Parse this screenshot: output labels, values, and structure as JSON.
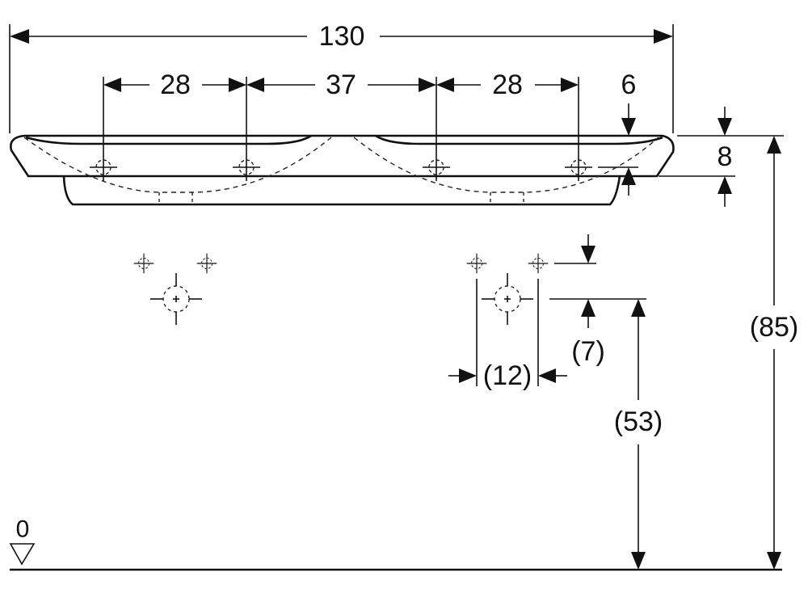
{
  "dimensions": {
    "overall_width": "130",
    "tap_spacing_left": "28",
    "bowl_spacing": "37",
    "tap_spacing_right": "28",
    "tap_offset": "6",
    "rim_height": "8",
    "total_height": "(85)",
    "waste_offset": "(7)",
    "waste_spacing": "(12)",
    "waste_height": "(53)",
    "floor_level": "0"
  }
}
